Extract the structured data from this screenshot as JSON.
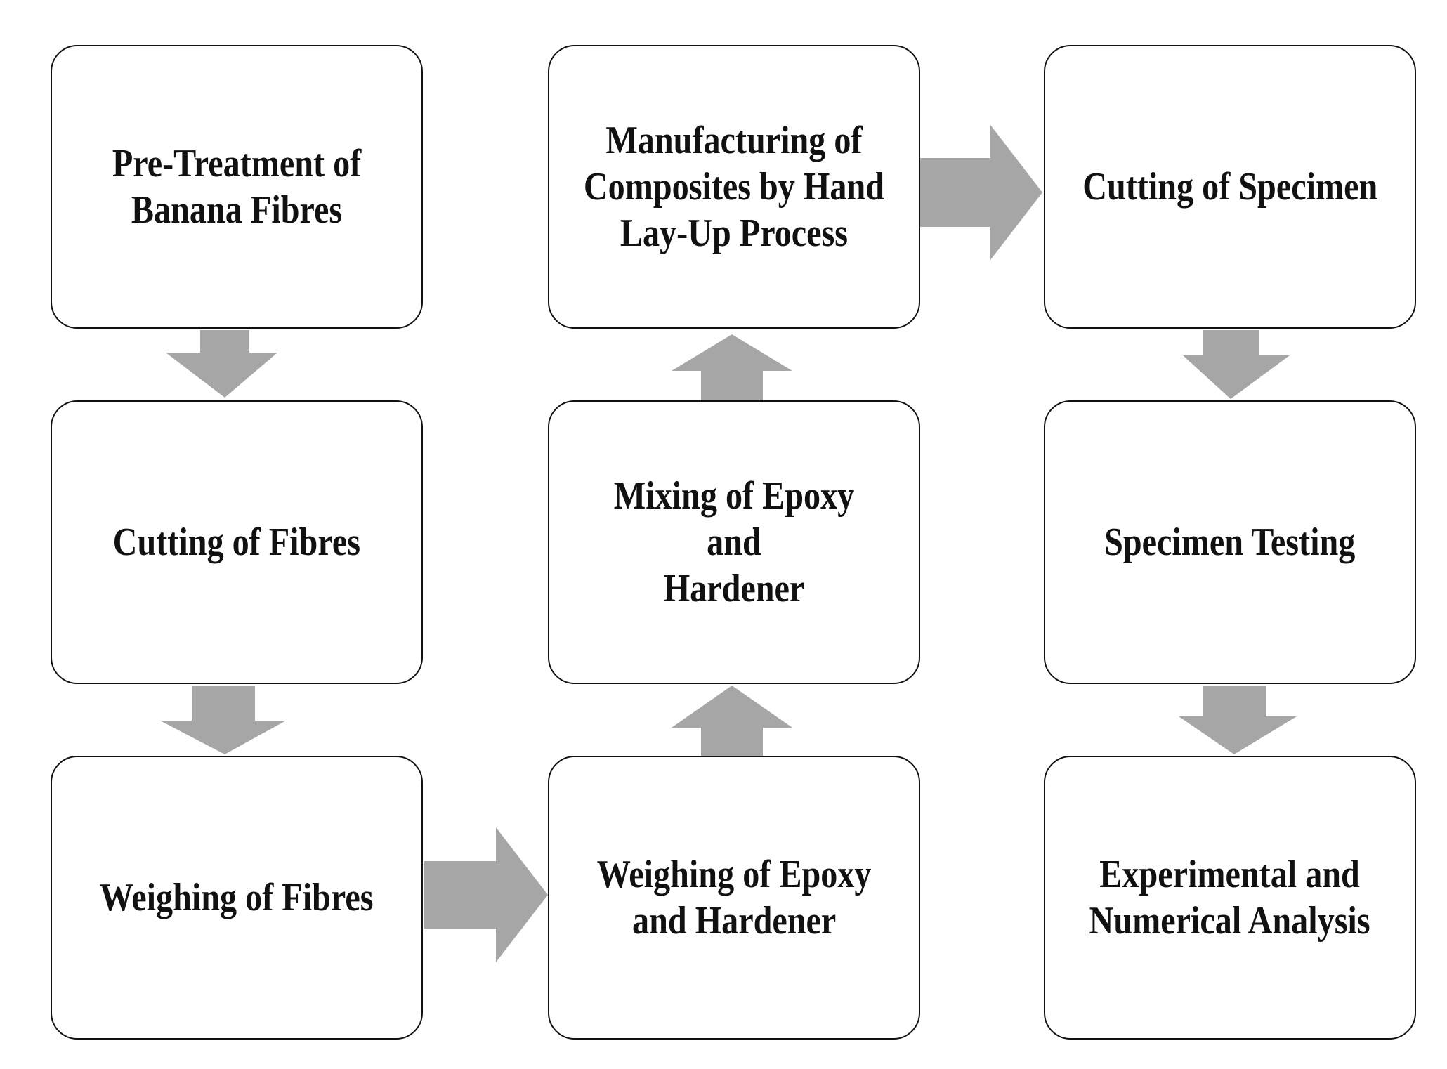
{
  "diagram": {
    "steps": [
      {
        "id": 1,
        "label": "Pre-Treatment of\nBanana Fibres"
      },
      {
        "id": 2,
        "label": "Cutting of Fibres"
      },
      {
        "id": 3,
        "label": "Weighing of Fibres"
      },
      {
        "id": 4,
        "label": "Weighing of Epoxy\nand Hardener"
      },
      {
        "id": 5,
        "label": "Mixing of Epoxy and\nHardener"
      },
      {
        "id": 6,
        "label": "Manufacturing of\nComposites by Hand\nLay-Up Process"
      },
      {
        "id": 7,
        "label": "Cutting of Specimen"
      },
      {
        "id": 8,
        "label": "Specimen Testing"
      },
      {
        "id": 9,
        "label": "Experimental and\nNumerical Analysis"
      }
    ],
    "flow": [
      {
        "from": 1,
        "to": 2,
        "direction": "down"
      },
      {
        "from": 2,
        "to": 3,
        "direction": "down"
      },
      {
        "from": 3,
        "to": 4,
        "direction": "right"
      },
      {
        "from": 4,
        "to": 5,
        "direction": "up"
      },
      {
        "from": 5,
        "to": 6,
        "direction": "up"
      },
      {
        "from": 6,
        "to": 7,
        "direction": "right"
      },
      {
        "from": 7,
        "to": 8,
        "direction": "down"
      },
      {
        "from": 8,
        "to": 9,
        "direction": "down"
      }
    ],
    "colors": {
      "arrow": "#a6a6a6",
      "box_border": "#111111",
      "text": "#111111",
      "background": "#ffffff"
    }
  }
}
